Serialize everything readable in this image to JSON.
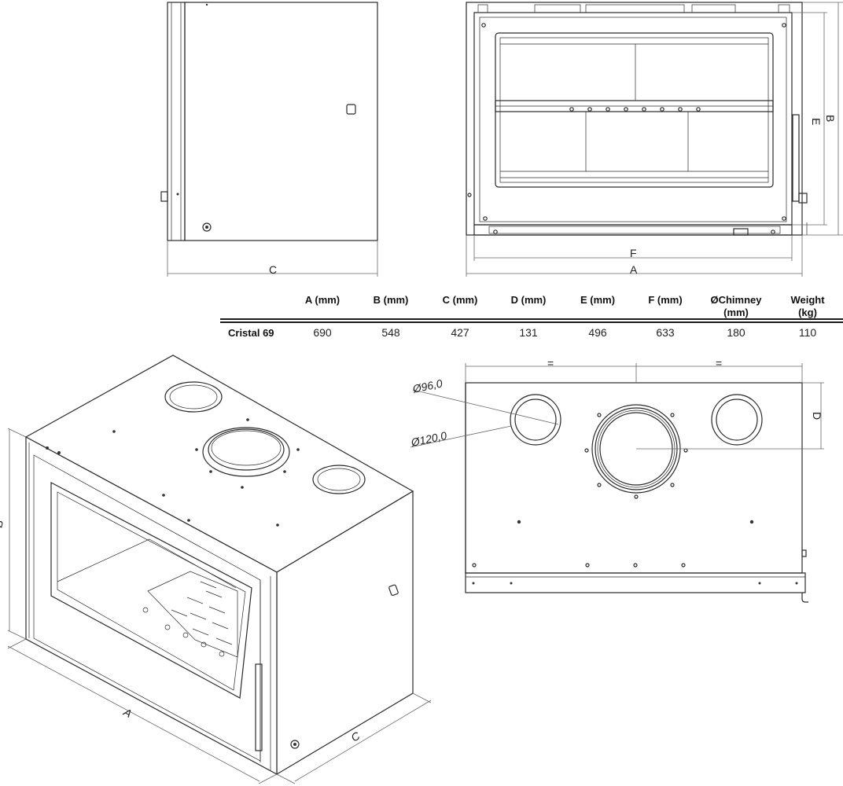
{
  "labels": {
    "c": "C",
    "f": "F",
    "a": "A",
    "e": "E",
    "b": "B",
    "d": "D",
    "equal": "=",
    "diam_inner": "Ø96,0",
    "diam_outer": "Ø120,0"
  },
  "table": {
    "headers": [
      {
        "line1": "A (mm)",
        "line2": ""
      },
      {
        "line1": "B (mm)",
        "line2": ""
      },
      {
        "line1": "C (mm)",
        "line2": ""
      },
      {
        "line1": "D (mm)",
        "line2": ""
      },
      {
        "line1": "E (mm)",
        "line2": ""
      },
      {
        "line1": "F (mm)",
        "line2": ""
      },
      {
        "line1": "ØChimney",
        "line2": "(mm)"
      },
      {
        "line1": "Weight",
        "line2": "(kg)"
      }
    ],
    "rows": [
      {
        "model": "Cristal 69",
        "values": [
          "690",
          "548",
          "427",
          "131",
          "496",
          "633",
          "180",
          "110"
        ]
      }
    ]
  }
}
